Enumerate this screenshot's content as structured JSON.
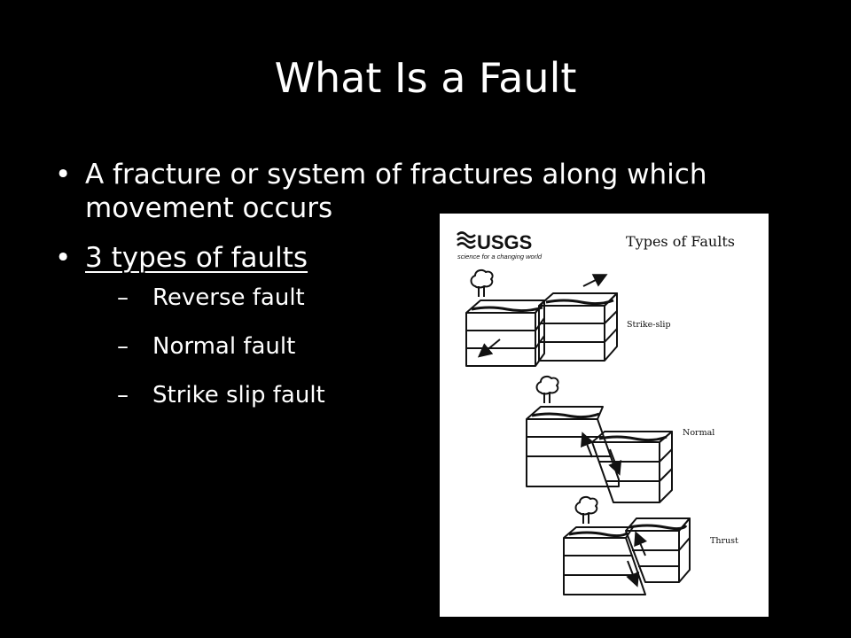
{
  "slide": {
    "title": "What Is a Fault",
    "bullets": [
      {
        "text": "A fracture or system of fractures along which movement occurs"
      },
      {
        "text": "3 types of faults",
        "underlined": true,
        "subitems": [
          "Reverse fault",
          "Normal fault",
          "Strike slip fault"
        ]
      }
    ]
  },
  "figure": {
    "logo_text": "USGS",
    "logo_tagline": "science for a changing world",
    "heading": "Types of Faults",
    "labels": {
      "strike_slip": "Strike-slip",
      "normal": "Normal",
      "thrust": "Thrust"
    }
  },
  "colors": {
    "background": "#000000",
    "text": "#ffffff",
    "panel": "#ffffff",
    "ink": "#111111"
  }
}
